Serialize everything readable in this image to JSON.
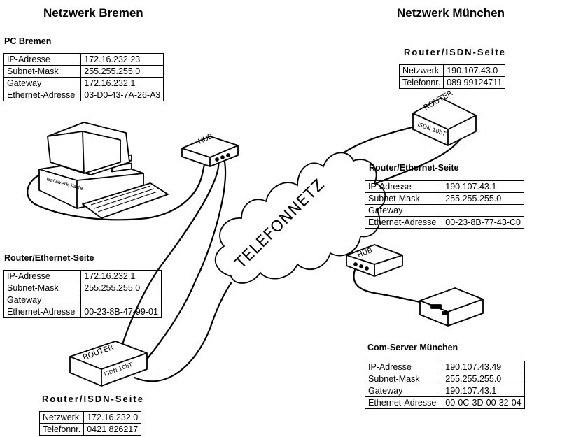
{
  "headings": {
    "bremen": "Netzwerk Bremen",
    "muenchen": "Netzwerk München"
  },
  "pc_bremen": {
    "title": "PC Bremen",
    "rows": [
      {
        "k": "IP-Adresse",
        "v": "172.16.232.23"
      },
      {
        "k": "Subnet-Mask",
        "v": "255.255.255.0"
      },
      {
        "k": "Gateway",
        "v": "172.16.232.1"
      },
      {
        "k": "Ethernet-Adresse",
        "v": "03-D0-43-7A-26-A3"
      }
    ],
    "card_label": "Netzwerk Karte"
  },
  "router_eth_bremen": {
    "title": "Router/Ethernet-Seite",
    "rows": [
      {
        "k": "IP-Adresse",
        "v": "172.16.232.1"
      },
      {
        "k": "Subnet-Mask",
        "v": "255.255.255.0"
      },
      {
        "k": "Gateway",
        "v": ""
      },
      {
        "k": "Ethernet-Adresse",
        "v": "00-23-8B-47-99-01"
      }
    ]
  },
  "router_isdn_bremen": {
    "title": "Router/ISDN-Seite",
    "rows": [
      {
        "k": "Netzwerk",
        "v": "172.16.232.0"
      },
      {
        "k": "Telefonnr.",
        "v": "0421 826217"
      }
    ]
  },
  "router_isdn_muenchen": {
    "title": "Router/ISDN-Seite",
    "rows": [
      {
        "k": "Netzwerk",
        "v": "190.107.43.0"
      },
      {
        "k": "Telefonnr.",
        "v": "089 99124711"
      }
    ]
  },
  "router_eth_muenchen": {
    "title": "Router/Ethernet-Seite",
    "rows": [
      {
        "k": "IP-Adresse",
        "v": "190.107.43.1"
      },
      {
        "k": "Subnet-Mask",
        "v": "255.255.255.0"
      },
      {
        "k": "Gateway",
        "v": ""
      },
      {
        "k": "Ethernet-Adresse",
        "v": "00-23-8B-77-43-C0"
      }
    ]
  },
  "com_server_muenchen": {
    "title": "Com-Server München",
    "rows": [
      {
        "k": "IP-Adresse",
        "v": "190.107.43.49"
      },
      {
        "k": "Subnet-Mask",
        "v": "255.255.255.0"
      },
      {
        "k": "Gateway",
        "v": "190.107.43.1"
      },
      {
        "k": "Ethernet-Adresse",
        "v": "00-0C-3D-00-32-04"
      }
    ]
  },
  "devices": {
    "hub_label": "HUB",
    "router_label": "ROUTER",
    "router_port": "ISDN 10bT",
    "cloud_label": "TELEFONNETZ"
  }
}
